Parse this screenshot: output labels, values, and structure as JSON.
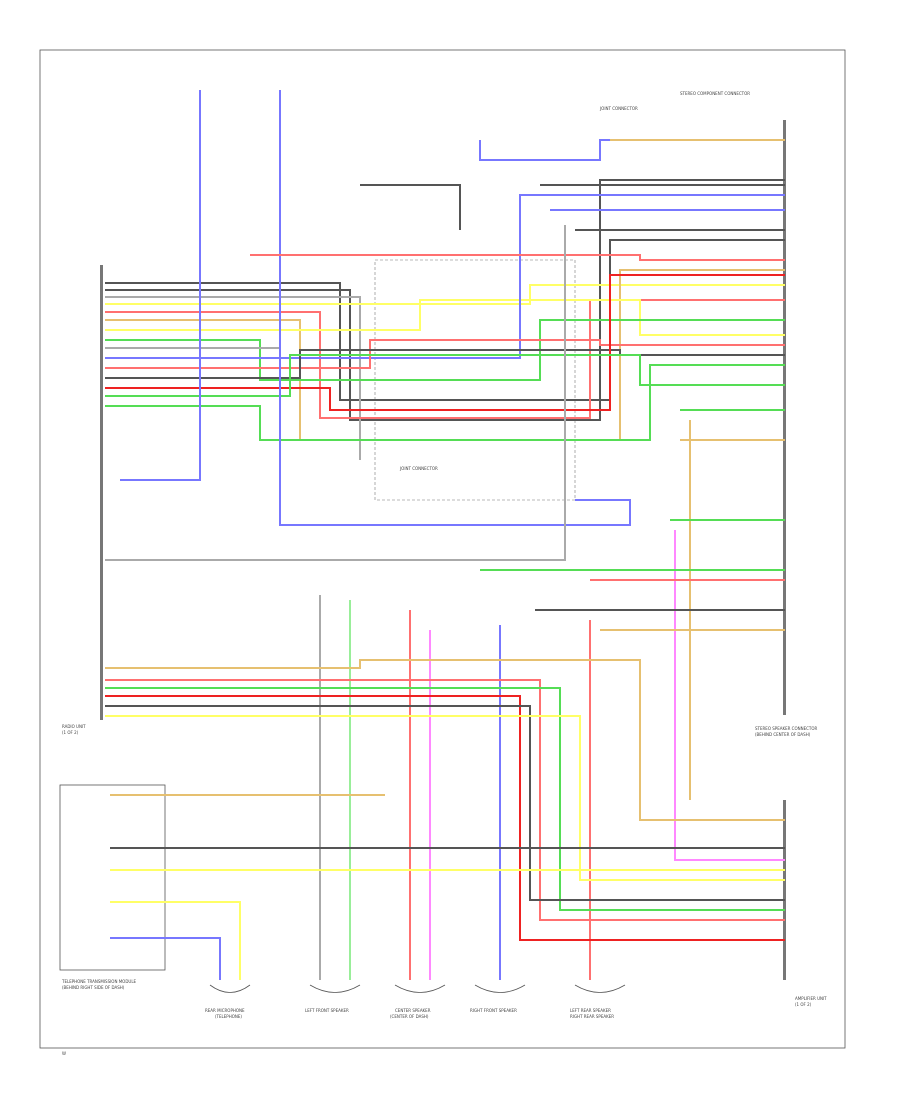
{
  "colors": {
    "black": "#555555",
    "red": "#ff7070",
    "green": "#55dd55",
    "lightgreen": "#99ee99",
    "blue": "#7777ff",
    "yellow": "#ffff66",
    "pink": "#ff88ff",
    "tan": "#e6c070",
    "gray": "#aaaaaa",
    "darkred": "#ee2222"
  },
  "components": {
    "radio_unit": {
      "label": "RADIO UNIT",
      "sublabel": "(1 OF 2)"
    },
    "amplifier_unit": {
      "label": "AMPLIFIER UNIT",
      "sublabel": "(1 OF 2)"
    },
    "stereo_speaker_connector": {
      "label": "STEREO SPEAKER CONNECTOR",
      "sublabel": "(BEHIND CENTER OF DASH)"
    },
    "telephone_module": {
      "label": "TELEPHONE TRANSMISSION MODULE",
      "sublabel": "(BEHIND RIGHT SIDE OF DASH)"
    },
    "rear_mic": {
      "label": "REAR MICROPHONE",
      "sublabel": "(TELEPHONE)"
    },
    "speaker_lf": {
      "label": "LEFT FRONT SPEAKER"
    },
    "speaker_center": {
      "label": "CENTER SPEAKER",
      "sublabel": "(CENTER OF DASH)"
    },
    "speaker_rf": {
      "label": "RIGHT FRONT SPEAKER"
    },
    "speaker_lr": {
      "label": "LEFT REAR SPEAKER"
    },
    "speaker_rr": {
      "label": "RIGHT REAR SPEAKER"
    },
    "joint_connector_top": {
      "label": "JOINT CONNECTOR"
    },
    "joint_connector_mid": {
      "label": "JOINT CONNECTOR"
    },
    "stereo_connector_right": {
      "label": "STEREO COMPONENT CONNECTOR"
    }
  },
  "footer": {
    "code": "W"
  }
}
